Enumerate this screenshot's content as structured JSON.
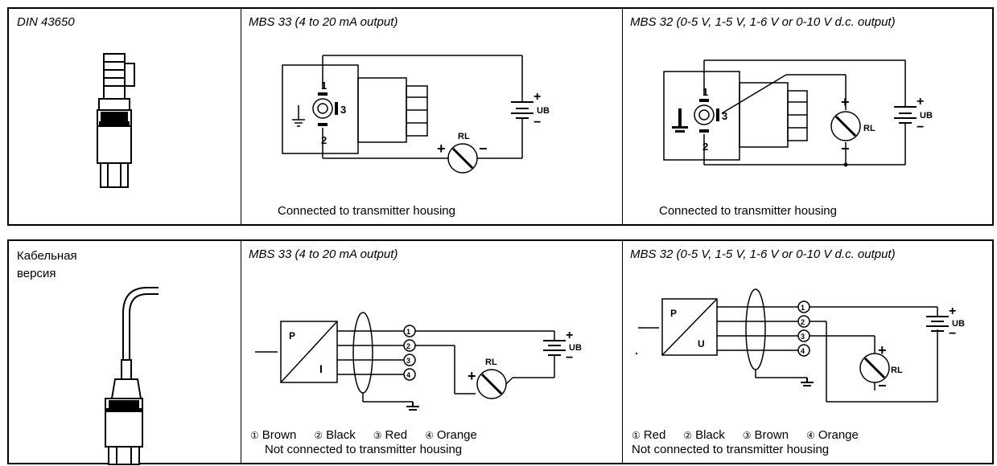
{
  "row1": {
    "col1_title": "DIN 43650",
    "col2_title": "MBS 33 (4 to 20 mA output)",
    "col3_title": "MBS 32 (0-5 V, 1-5 V, 1-6 V or 0-10 V d.c. output)",
    "col2_caption": "Connected to transmitter housing",
    "col3_caption": "Connected to transmitter housing"
  },
  "row2": {
    "col1_title": "Кабельная версия",
    "col2_title": "MBS 33 (4 to 20 mA output)",
    "col3_title": "MBS 32 (0-5 V, 1-5 V, 1-6 V or 0-10 V d.c. output)",
    "col2_wires": [
      {
        "num": "①",
        "label": "Brown"
      },
      {
        "num": "②",
        "label": "Black"
      },
      {
        "num": "③",
        "label": "Red"
      },
      {
        "num": "④",
        "label": "Orange"
      }
    ],
    "col2_caption": "Not connected to transmitter housing",
    "col3_wires": [
      {
        "num": "①",
        "label": "Red"
      },
      {
        "num": "②",
        "label": "Black"
      },
      {
        "num": "③",
        "label": "Brown"
      },
      {
        "num": "④",
        "label": "Orange"
      }
    ],
    "col3_caption": "Not connected to transmitter housing"
  },
  "diagram_labels": {
    "supply": "UB",
    "load": "RL",
    "pin1": "1",
    "pin2": "2",
    "pin3": "3",
    "conv_p": "P",
    "conv_i": "I",
    "conv_u": "U",
    "term1": "1",
    "term2": "2",
    "term3": "3",
    "term4": "4",
    "plus": "+",
    "minus": "−"
  }
}
